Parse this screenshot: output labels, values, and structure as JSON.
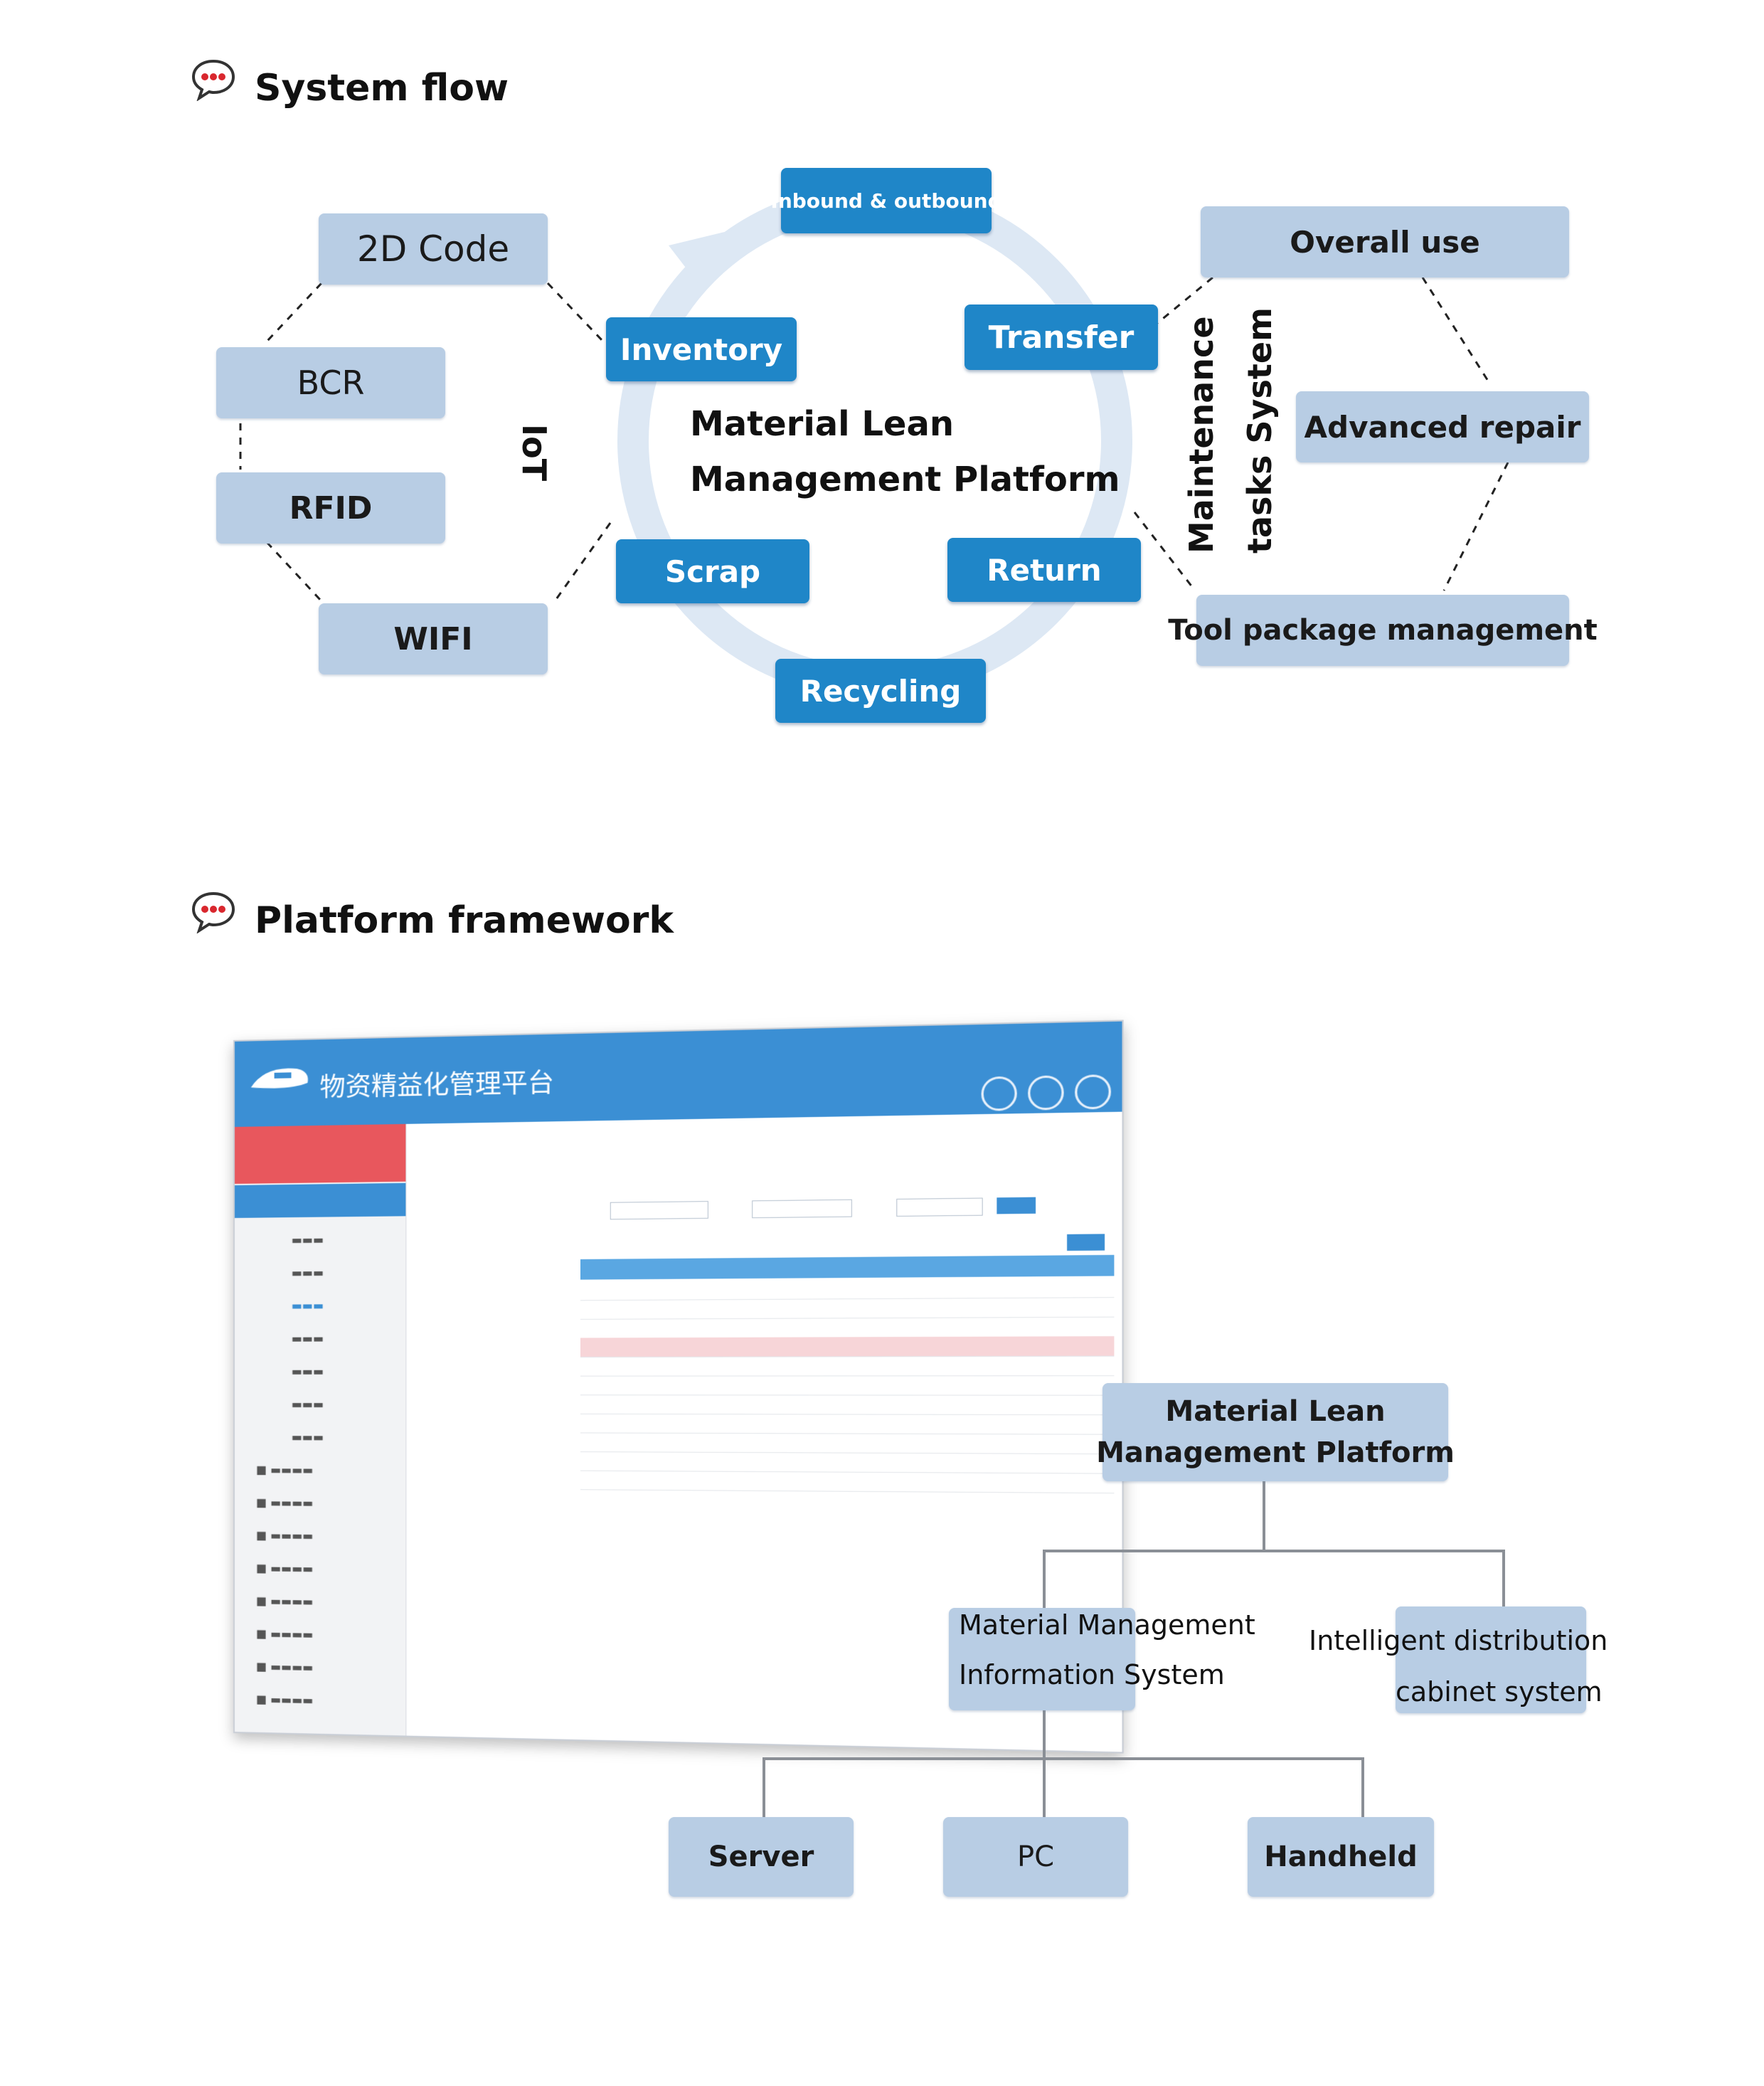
{
  "sections": {
    "system_flow": {
      "title": "System flow",
      "icon": "speech-bubble-icon"
    },
    "platform_framework": {
      "title": "Platform framework",
      "icon": "speech-bubble-icon"
    }
  },
  "system_flow": {
    "iot": {
      "label": "IoT",
      "items": [
        "2D Code",
        "BCR",
        "RFID",
        "WIFI"
      ]
    },
    "center": {
      "title_line1": "Material Lean",
      "title_line2": "Management Platform"
    },
    "cycle": {
      "inbound_outbound": "Inbound & outbound",
      "transfer": "Transfer",
      "return": "Return",
      "recycling": "Recycling",
      "scrap": "Scrap",
      "inventory": "Inventory"
    },
    "maintenance": {
      "label_line1": "Maintenance",
      "label_line2": "tasks System",
      "items": [
        "Overall use",
        "Advanced repair",
        "Tool package management"
      ]
    }
  },
  "platform_framework": {
    "screenshot": {
      "app_title": "物资精益化管理平台"
    },
    "tree": {
      "root_line1": "Material Lean",
      "root_line2": "Management Platform",
      "mmis_line1": "Material Management",
      "mmis_line2": "Information System",
      "cabinet_line1": "Intelligent distribution",
      "cabinet_line2": "cabinet system",
      "leaves": [
        "Server",
        "PC",
        "Handheld"
      ]
    }
  },
  "colors": {
    "light_box": "#b8cde4",
    "dark_box": "#1f86c8",
    "ring": "#dde8f4",
    "icon_red": "#d9272e"
  }
}
